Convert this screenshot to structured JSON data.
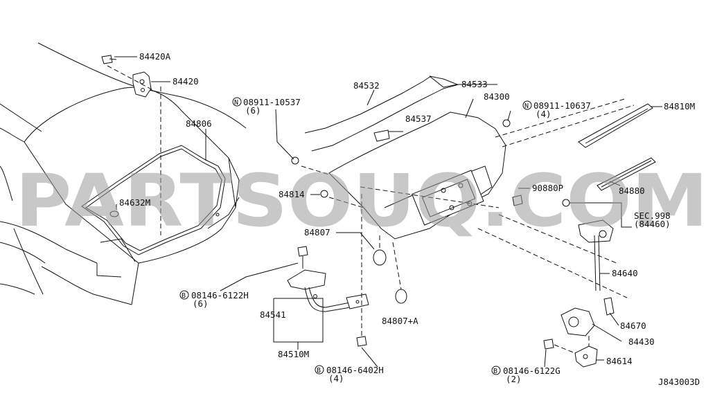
{
  "watermark": "PARTSOUQ.COM",
  "diagram_code": "J843003D",
  "parts": [
    {
      "id": "p84420A",
      "label": "84420A"
    },
    {
      "id": "p84420",
      "label": "84420"
    },
    {
      "id": "p84806",
      "label": "84806"
    },
    {
      "id": "p84632M",
      "label": "84632M"
    },
    {
      "id": "p84532",
      "label": "84532"
    },
    {
      "id": "p84533",
      "label": "84533"
    },
    {
      "id": "p84300",
      "label": "84300"
    },
    {
      "id": "p08911_10637",
      "label": "08911-10637",
      "qty": "(4)",
      "prefix": "N"
    },
    {
      "id": "p84810M",
      "label": "84810M"
    },
    {
      "id": "p08911_10537",
      "label": "08911-10537",
      "qty": "(6)",
      "prefix": "N"
    },
    {
      "id": "p84537",
      "label": "84537"
    },
    {
      "id": "p84814",
      "label": "84814"
    },
    {
      "id": "p90880P",
      "label": "90880P"
    },
    {
      "id": "p84880",
      "label": "84880"
    },
    {
      "id": "pSEC998",
      "label": "SEC.998",
      "qty": "(84460)"
    },
    {
      "id": "p84807",
      "label": "84807"
    },
    {
      "id": "p84640",
      "label": "84640"
    },
    {
      "id": "p08146_6122H",
      "label": "08146-6122H",
      "qty": "(6)",
      "prefix": "B"
    },
    {
      "id": "p84541",
      "label": "84541"
    },
    {
      "id": "p84807A",
      "label": "84807+A"
    },
    {
      "id": "p84670",
      "label": "84670"
    },
    {
      "id": "p84430",
      "label": "84430"
    },
    {
      "id": "p84510M",
      "label": "84510M"
    },
    {
      "id": "p08146_6402H",
      "label": "08146-6402H",
      "qty": "(4)",
      "prefix": "B"
    },
    {
      "id": "p08146_6122G",
      "label": "08146-6122G",
      "qty": "(2)",
      "prefix": "B"
    },
    {
      "id": "p84614",
      "label": "84614"
    }
  ]
}
